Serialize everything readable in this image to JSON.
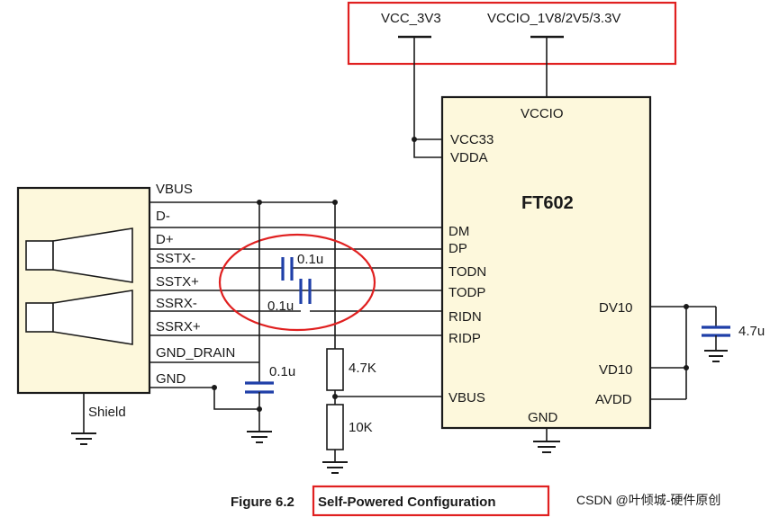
{
  "supplies": {
    "vcc": "VCC_3V3",
    "vccio": "VCCIO_1V8/2V5/3.3V"
  },
  "chip": {
    "name": "FT602",
    "pins_left": {
      "vccio": "VCCIO",
      "vcc33": "VCC33",
      "vdda": "VDDA",
      "dm": "DM",
      "dp": "DP",
      "todn": "TODN",
      "todp": "TODP",
      "ridn": "RIDN",
      "ridp": "RIDP",
      "vbus": "VBUS",
      "gnd": "GND"
    },
    "pins_right": {
      "dv10": "DV10",
      "vd10": "VD10",
      "avdd": "AVDD"
    }
  },
  "connector": {
    "signals": [
      "VBUS",
      "D-",
      "D+",
      "SSTX-",
      "SSTX+",
      "SSRX-",
      "SSRX+",
      "GND_DRAIN",
      "GND"
    ],
    "shield": "Shield"
  },
  "components": {
    "cap_sstx": "0.1u",
    "cap_ssrx": "0.1u",
    "cap_vbus": "0.1u",
    "res_top": "4.7K",
    "res_bottom": "10K",
    "cap_dv10": "4.7u"
  },
  "caption": {
    "figure": "Figure 6.2",
    "title": "Self-Powered Configuration"
  },
  "watermark": "CSDN @叶倾城-硬件原创",
  "colors": {
    "chip_fill": "#fdf8dc",
    "connector_fill": "#fdf8dc",
    "cap_blue": "#1f3fa8",
    "highlight_red": "#e02020"
  }
}
